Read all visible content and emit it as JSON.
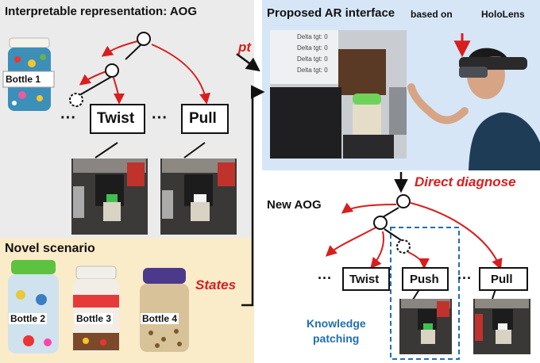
{
  "aog_panel": {
    "title": "Interpretable representation: AOG",
    "bottle_label": "Bottle 1",
    "nodes": [
      "Twist",
      "Pull"
    ],
    "ellipsis": "···"
  },
  "novel_panel": {
    "title": "Novel scenario",
    "bottles": [
      "Bottle 2",
      "Bottle 3",
      "Bottle 4"
    ]
  },
  "ar_panel": {
    "title": "Proposed AR interface",
    "title_suffix": "based on",
    "device": "HoloLens",
    "hud_lines": [
      "Delta tgt: 0",
      "Delta tgt: 0",
      "Delta tgt: 0",
      "Delta tgt: 0"
    ]
  },
  "new_aog": {
    "title": "New AOG",
    "nodes": [
      "Twist",
      "Push",
      "Pull"
    ],
    "ellipsis": "···",
    "patch_label_1": "Knowledge",
    "patch_label_2": "patching"
  },
  "arrows": {
    "pt": "pt",
    "states": "States",
    "diagnose": "Direct diagnose"
  },
  "colors": {
    "aog_bg": "#ebebeb",
    "novel_bg": "#faebc9",
    "ar_bg": "#d6e6f7",
    "accent_red": "#d81e1e",
    "patch_blue": "#1f6fb5"
  }
}
